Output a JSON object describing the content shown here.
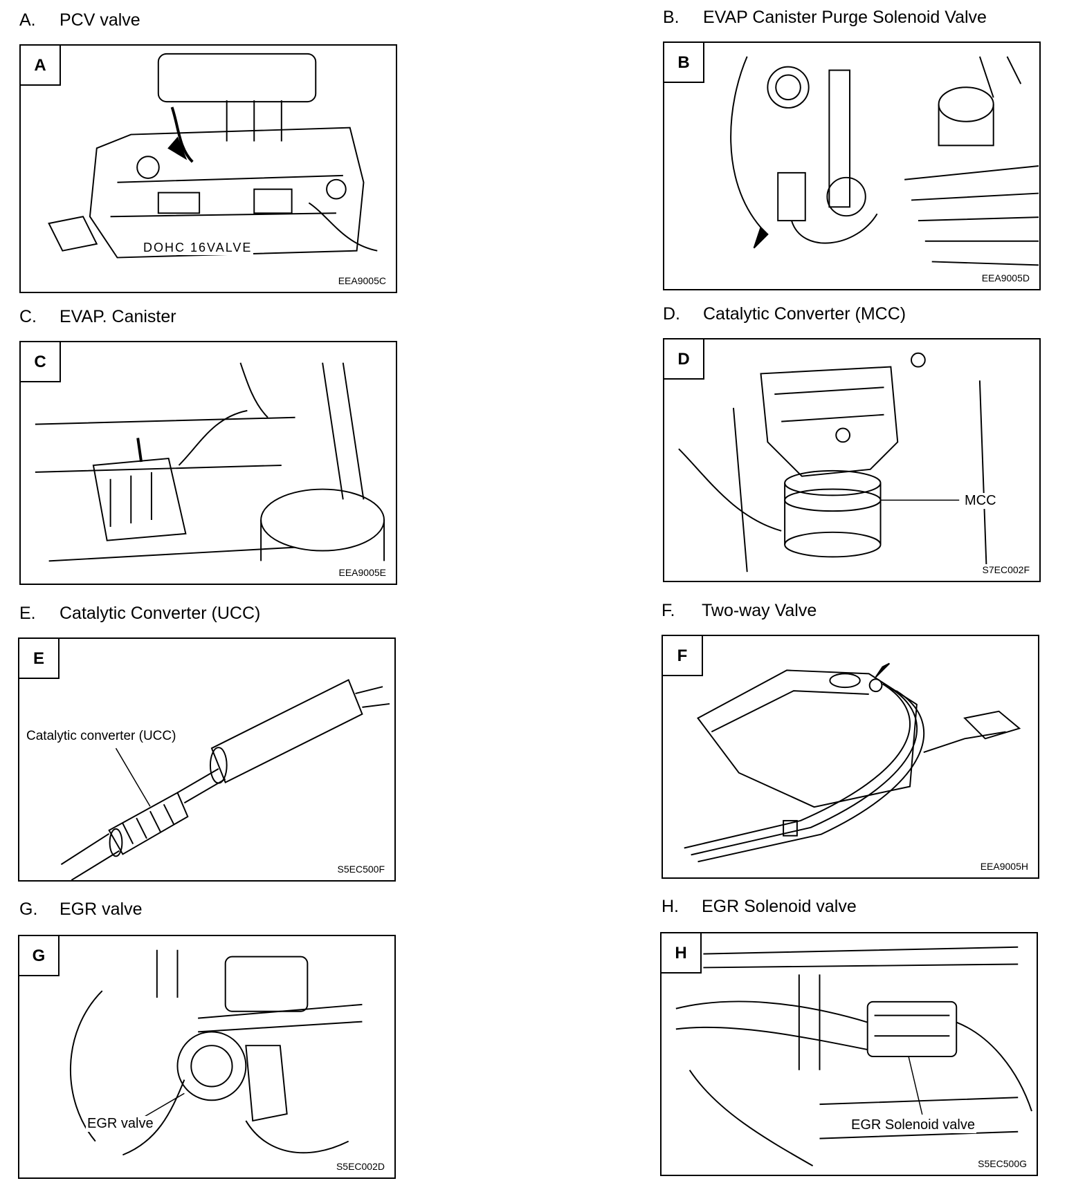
{
  "captions": {
    "a": {
      "letter": "A.",
      "text": "PCV valve"
    },
    "b": {
      "letter": "B.",
      "text": "EVAP Canister Purge Solenoid Valve"
    },
    "c": {
      "letter": "C.",
      "text": "EVAP. Canister"
    },
    "d": {
      "letter": "D.",
      "text": "Catalytic Converter (MCC)"
    },
    "e": {
      "letter": "E.",
      "text": "Catalytic Converter (UCC)"
    },
    "f": {
      "letter": "F.",
      "text": "Two-way Valve"
    },
    "g": {
      "letter": "G.",
      "text": "EGR valve"
    },
    "h": {
      "letter": "H.",
      "text": "EGR Solenoid valve"
    }
  },
  "panels": {
    "a": {
      "tag": "A",
      "code": "EEA9005C"
    },
    "b": {
      "tag": "B",
      "code": "EEA9005D"
    },
    "c": {
      "tag": "C",
      "code": "EEA9005E"
    },
    "d": {
      "tag": "D",
      "code": "S7EC002F",
      "callout": "MCC"
    },
    "e": {
      "tag": "E",
      "code": "S5EC500F",
      "callout": "Catalytic converter (UCC)"
    },
    "f": {
      "tag": "F",
      "code": "EEA9005H"
    },
    "g": {
      "tag": "G",
      "code": "S5EC002D",
      "callout": "EGR valve"
    },
    "h": {
      "tag": "H",
      "code": "S5EC500G",
      "callout": "EGR Solenoid valve"
    }
  },
  "engine_logo_text": "DOHC 16VALVE"
}
